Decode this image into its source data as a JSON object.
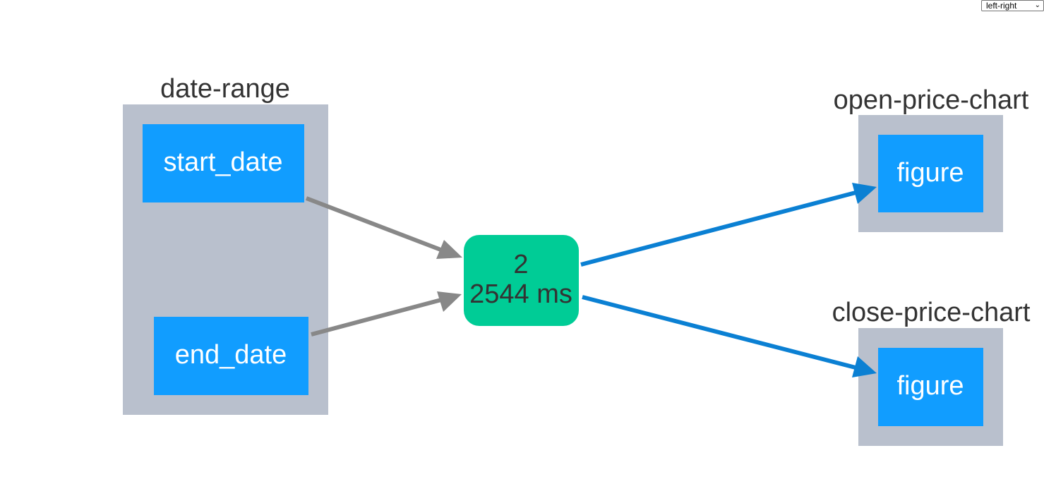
{
  "layout_select": {
    "value": "left-right",
    "chevron": "chevron-down-icon"
  },
  "groups": {
    "date_range": {
      "label": "date-range"
    },
    "open_price_chart": {
      "label": "open-price-chart"
    },
    "close_price_chart": {
      "label": "close-price-chart"
    }
  },
  "nodes": {
    "start_date": {
      "label": "start_date"
    },
    "end_date": {
      "label": "end_date"
    },
    "open_figure": {
      "label": "figure"
    },
    "close_figure": {
      "label": "figure"
    }
  },
  "callback": {
    "count": "2",
    "duration": "2544 ms"
  },
  "colors": {
    "group_bg": "#b9c0cd",
    "prop_bg": "#119dff",
    "callback_bg": "#00cc96",
    "input_edge": "#888888",
    "output_edge": "#0b80d3",
    "label_text": "#333333"
  }
}
